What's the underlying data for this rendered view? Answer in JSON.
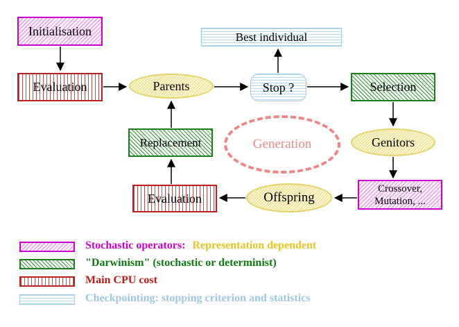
{
  "nodes": {
    "initialisation": {
      "label": "Initialisation"
    },
    "evaluation_top": {
      "label": "Evaluation"
    },
    "parents": {
      "label": "Parents"
    },
    "best_individual": {
      "label": "Best individual"
    },
    "stop": {
      "label": "Stop ?"
    },
    "selection": {
      "label": "Selection"
    },
    "replacement": {
      "label": "Replacement"
    },
    "generation": {
      "label": "Generation"
    },
    "genitors": {
      "label": "Genitors"
    },
    "evaluation_bottom": {
      "label": "Evaluation"
    },
    "offspring": {
      "label": "Offspring"
    },
    "crossover": {
      "label_line1": "Crossover,",
      "label_line2": "Mutation, ..."
    }
  },
  "legend": {
    "items": [
      {
        "swatch": "magenta-diagonal-hatch",
        "text": "Stochastic operators:",
        "text2": "Representation dependent",
        "text_color": "#cc00cc",
        "text2_color": "#e7c31f"
      },
      {
        "swatch": "green-diagonal-hatch",
        "text": "\"Darwinism\" (stochastic or determinist)",
        "text_color": "#0f7a0f"
      },
      {
        "swatch": "red-vertical-stripes",
        "text": "Main CPU cost",
        "text_color": "#c01a1a"
      },
      {
        "swatch": "cyan-horizontal-stripes",
        "text": "Checkpointing: stopping criterion and statistics",
        "text_color": "#9cc8e4"
      }
    ]
  },
  "palette": {
    "stochastic_magenta": "#cc00cc",
    "darwinism_green": "#1e7e1e",
    "cpu_red": "#bb2020",
    "checkpoint_cyan": "#9fcbe0",
    "population_yellow": "#e3d26a",
    "generation_salmon": "#ee8585",
    "arrow_black": "#000000"
  }
}
